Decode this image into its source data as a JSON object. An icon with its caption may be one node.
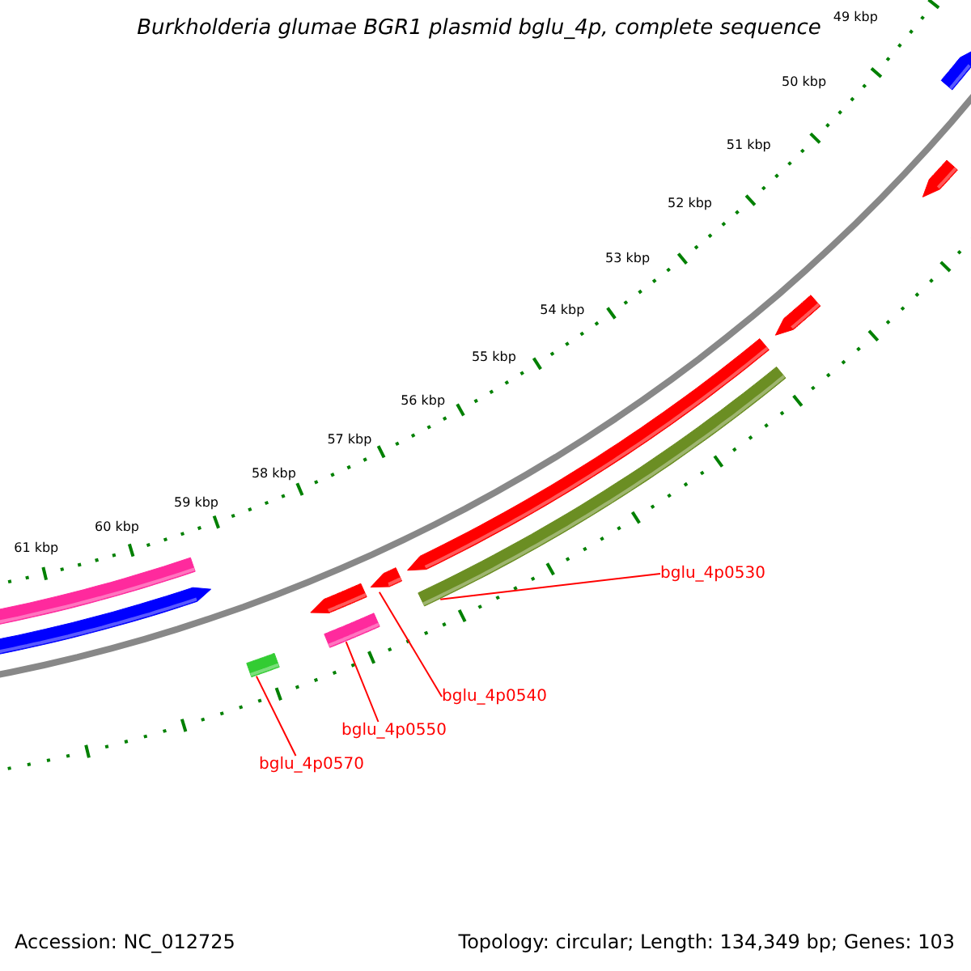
{
  "diagram": {
    "title": "Burkholderia glumae BGR1 plasmid bglu_4p, complete sequence",
    "nodes": [
      {
        "text": [
          "bglu_4p0530"
        ]
      },
      {
        "text": [],
        "shape": "bar"
      },
      {
        "text": [
          "bglu_4p0540"
        ]
      },
      {
        "text": [],
        "shape": "bar"
      },
      {
        "text": [
          "bglu_4p0550"
        ]
      },
      {
        "text": [],
        "shape": "bar"
      },
      {
        "text": [
          "bglu_4p0570"
        ]
      },
      {
        "text": [],
        "shape": "bar"
      }
    ],
    "edges": [
      {
        "from": 0,
        "to": 1,
        "arrow": "none"
      },
      {
        "from": 2,
        "to": 3,
        "arrow": "none"
      },
      {
        "from": 4,
        "to": 5,
        "arrow": "none"
      },
      {
        "from": 6,
        "to": 7,
        "arrow": "none"
      }
    ],
    "labels": [
      "49 kbp",
      "50 kbp",
      "51 kbp",
      "52 kbp",
      "53 kbp",
      "54 kbp",
      "55 kbp",
      "56 kbp",
      "57 kbp",
      "58 kbp",
      "59 kbp",
      "60 kbp",
      "61 kbp",
      "Accession: NC_012725",
      "Topology: circular; Length: 134,349 bp; Genes: 103"
    ]
  }
}
